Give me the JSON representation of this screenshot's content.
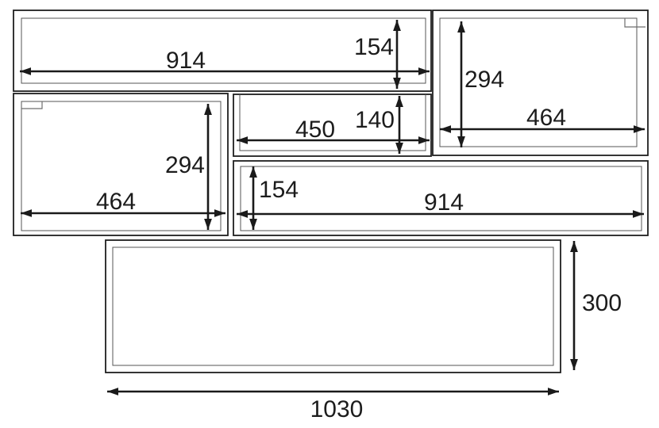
{
  "drawing": {
    "kind": "furniture-dimension-diagram"
  },
  "colors": {
    "background": "#ffffff",
    "outline": "#1f1f1f",
    "inner_line": "#555555",
    "dimension_line": "#1a1a1a",
    "text": "#1c1c1c"
  },
  "panels": {
    "top_left_cabinet": {
      "width_label": "914",
      "height_label": "154"
    },
    "top_right_cabinet": {
      "width_label": "464",
      "height_label": "294"
    },
    "middle_left_cabinet": {
      "width_label": "464",
      "height_label": "294"
    },
    "middle_center_shelf": {
      "width_label": "450",
      "height_label": "140"
    },
    "bottom_long_cabinet": {
      "width_label": "914",
      "height_label": "154"
    },
    "floor_unit": {
      "width_label": "1030",
      "height_label": "300"
    }
  }
}
